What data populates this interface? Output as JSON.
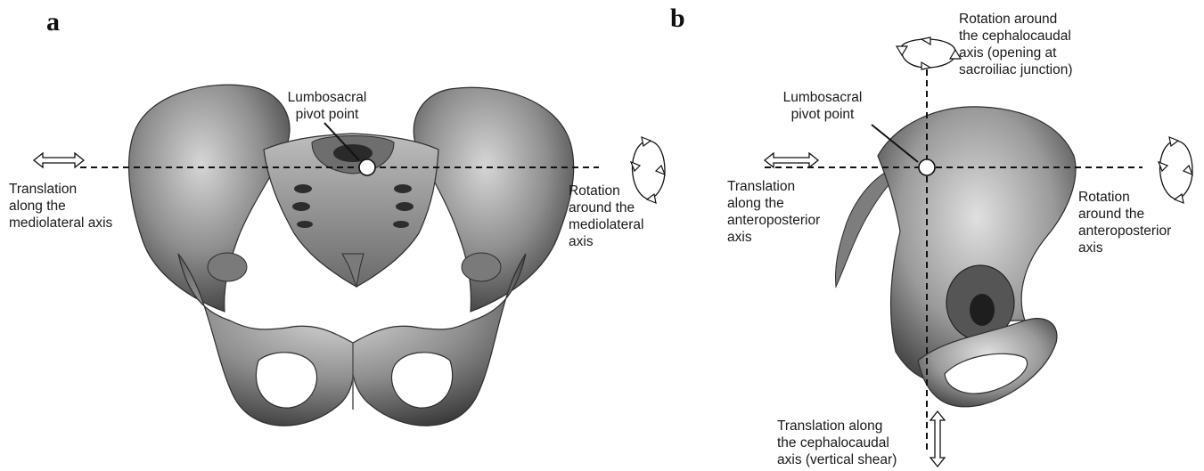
{
  "panels": {
    "a": {
      "letter": "a",
      "pivot_label": "Lumbosacral\npivot point",
      "translation_label": "Translation\nalong the\nmediolateral axis",
      "rotation_label": "Rotation\naround the\nmediolateral\naxis"
    },
    "b": {
      "letter": "b",
      "pivot_label": "Lumbosacral\npivot point",
      "rotation_top_label": "Rotation around\nthe cephalocaudal\naxis (opening at\nsacroiliac junction)",
      "translation_left_label": "Translation\nalong the\nanteroposterior\naxis",
      "rotation_right_label": "Rotation\naround the\nanteroposterior\naxis",
      "translation_bottom_label": "Translation along\nthe cephalocaudal\naxis (vertical shear)"
    }
  },
  "colors": {
    "bone_dark": "#3a3a3a",
    "bone_mid": "#8a8a8a",
    "bone_light": "#cfcfcf",
    "axis_line": "#111111"
  },
  "icons": [
    "double-arrow-horizontal-icon",
    "rotation-circle-icon",
    "rotation-ellipse-icon",
    "double-arrow-vertical-icon"
  ]
}
